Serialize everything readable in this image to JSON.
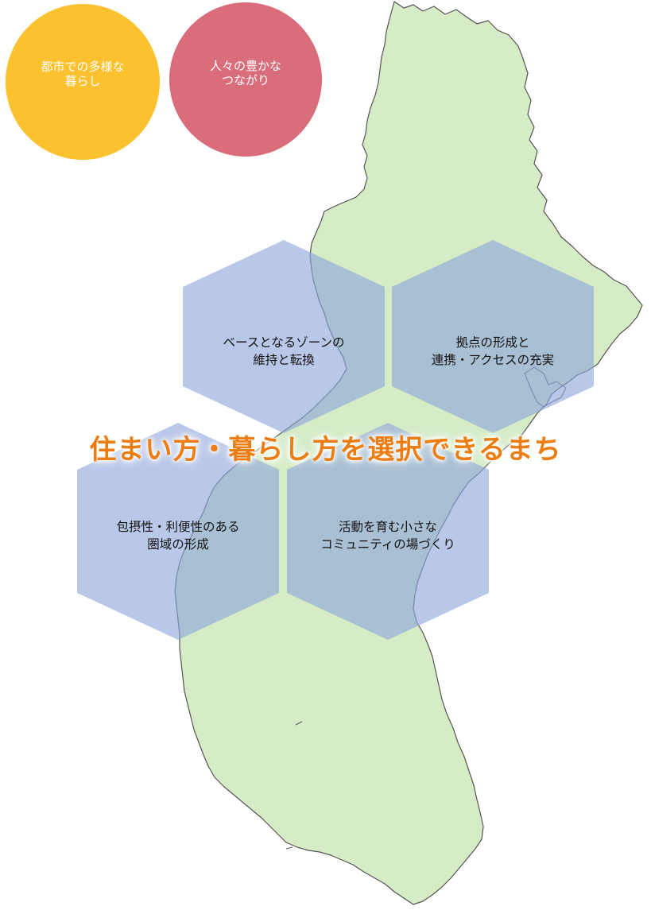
{
  "circles": [
    {
      "label": "都市での多様な\n暮らし",
      "color": "#fbc12e"
    },
    {
      "label": "人々の豊かな\nつながり",
      "color": "#d96d7b"
    }
  ],
  "hexagons": [
    {
      "label": "ベースとなるゾーンの\n維持と転換"
    },
    {
      "label": "拠点の形成と\n連携・アクセスの充実"
    },
    {
      "label": "包摂性・利便性のある\n圏域の形成"
    },
    {
      "label": "活動を育む小さな\nコミュニティの場づくり"
    }
  ],
  "headline": "住まい方・暮らし方を選択できるまち",
  "colors": {
    "map_fill": "#d5ecc7",
    "map_stroke": "#555555",
    "hex_fill": "#8ea4db",
    "headline": "#ec7d12"
  }
}
